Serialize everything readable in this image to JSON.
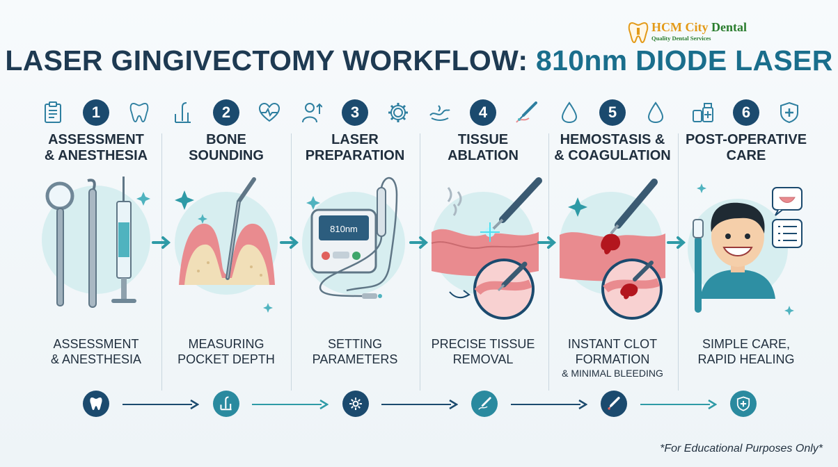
{
  "brand": {
    "name_first": "HCM",
    "name_city": " City",
    "name_last": " Dental",
    "tagline": "Quality Dental Services"
  },
  "title": {
    "main": "LASER GINGIVECTOMY WORKFLOW:",
    "accent": " 810nm DIODE LASER"
  },
  "steps": [
    {
      "number": "1",
      "title_line1": "ASSESSMENT",
      "title_line2": "& ANESTHESIA",
      "caption_line1": "ASSESSMENT",
      "caption_line2": "& ANESTHESIA",
      "left_icon": "clipboard-icon",
      "right_icon": "tooth-icon"
    },
    {
      "number": "2",
      "title_line1": "BONE",
      "title_line2": "SOUNDING",
      "caption_line1": "MEASURING",
      "caption_line2": "POCKET DEPTH",
      "left_icon": "probe-icon",
      "right_icon": "heartbeat-icon"
    },
    {
      "number": "3",
      "title_line1": "LASER",
      "title_line2": "PREPARATION",
      "caption_line1": "SETTING",
      "caption_line2": "PARAMETERS",
      "left_icon": "clinician-icon",
      "right_icon": "gear-icon",
      "device_label": "810nm"
    },
    {
      "number": "4",
      "title_line1": "TISSUE",
      "title_line2": "ABLATION",
      "caption_line1": "PRECISE TISSUE",
      "caption_line2": "REMOVAL",
      "left_icon": "gum-icon",
      "right_icon": "laser-tip-icon"
    },
    {
      "number": "5",
      "title_line1": "HEMOSTASIS &",
      "title_line2": "& COAGULATION",
      "caption_line1": "INSTANT CLOT",
      "caption_line2": "FORMATION",
      "caption_line3": "& MINIMAL BLEEDING",
      "left_icon": "drop-icon",
      "right_icon": "drop-icon"
    },
    {
      "number": "6",
      "title_line1": "POST-OPERATIVE",
      "title_line2": "CARE",
      "caption_line1": "SIMPLE CARE,",
      "caption_line2": "RAPID HEALING",
      "left_icon": "medicine-icon",
      "right_icon": "shield-plus-icon"
    }
  ],
  "bottom_icons": [
    "tooth-icon",
    "probe-icon",
    "gear-icon",
    "laser-tip-icon",
    "laser-pen-icon",
    "shield-plus-icon"
  ],
  "colors": {
    "navy": "#1b4a6e",
    "teal": "#2e9aa6",
    "title_dark": "#1e3a52",
    "title_accent": "#1a6e8c",
    "gum": "#e98b8f",
    "bone": "#f1dfb8"
  },
  "footnote": "*For Educational Purposes Only*"
}
